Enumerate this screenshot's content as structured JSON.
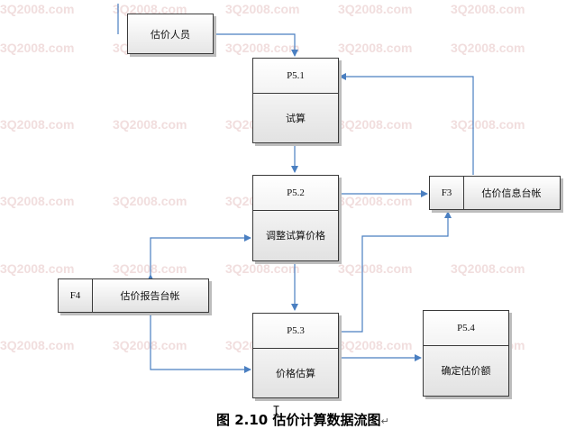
{
  "watermark": {
    "text": "3Q2008.com"
  },
  "external_entity": {
    "label": "估价人员"
  },
  "processes": [
    {
      "id": "P5.1",
      "label": "试算"
    },
    {
      "id": "P5.2",
      "label": "调整试算价格"
    },
    {
      "id": "P5.3",
      "label": "价格估算"
    },
    {
      "id": "P5.4",
      "label": "确定估价额"
    }
  ],
  "stores": [
    {
      "id": "F3",
      "label": "估价信息台帐"
    },
    {
      "id": "F4",
      "label": "估价报告台帐"
    }
  ],
  "caption": {
    "text": "图 2.10 估价计算数据流图",
    "para_mark": "↵"
  },
  "colors": {
    "arrow": "#4a7fc1",
    "border": "#3a3a3a",
    "watermark": "#f1dede"
  }
}
